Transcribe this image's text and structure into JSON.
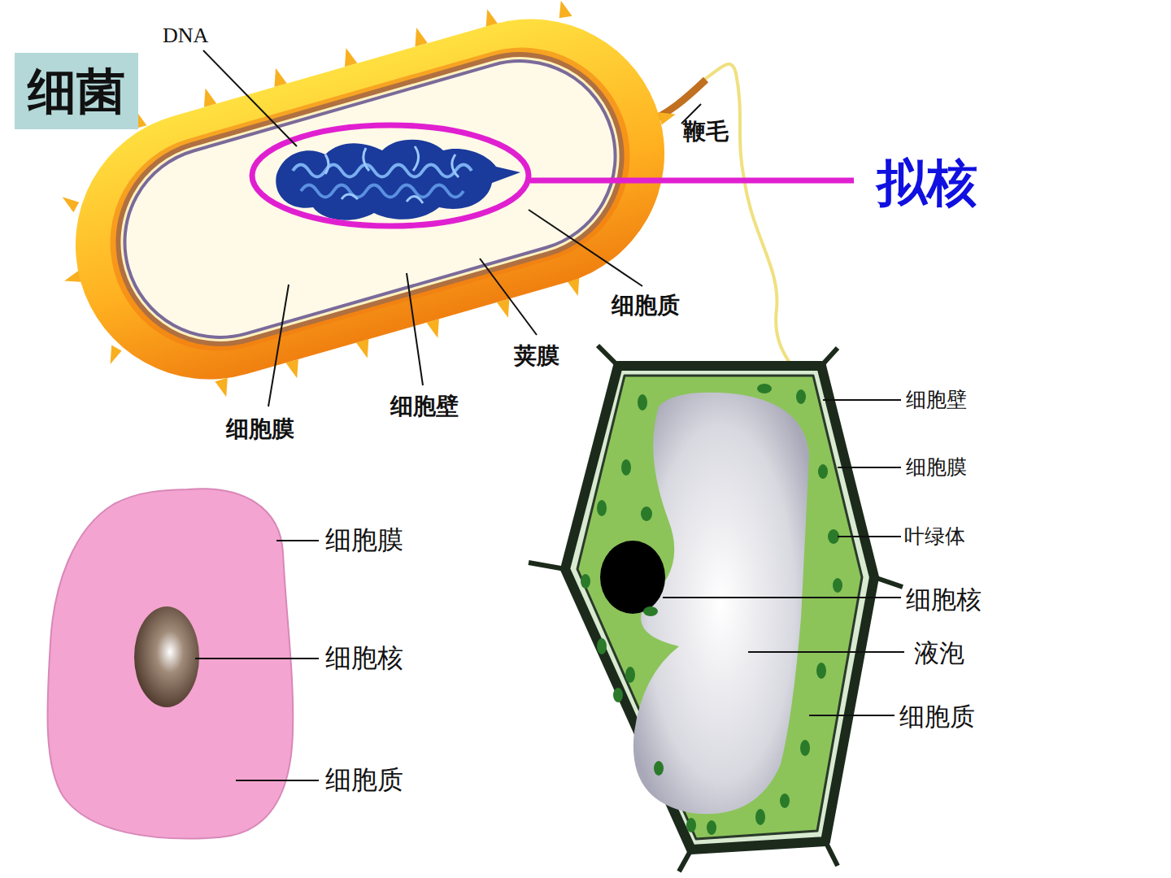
{
  "diagram": {
    "nodes": [
      {
        "text": [
          "细菌"
        ]
      }
    ],
    "labels": [
      "DNA",
      "鞭毛",
      "拟核",
      "细胞质",
      "荚膜",
      "细胞壁",
      "细胞膜",
      "细胞壁",
      "细胞膜",
      "叶绿体",
      "细胞核",
      "液泡",
      "细胞质",
      "细胞膜",
      "细胞核",
      "细胞质"
    ]
  }
}
